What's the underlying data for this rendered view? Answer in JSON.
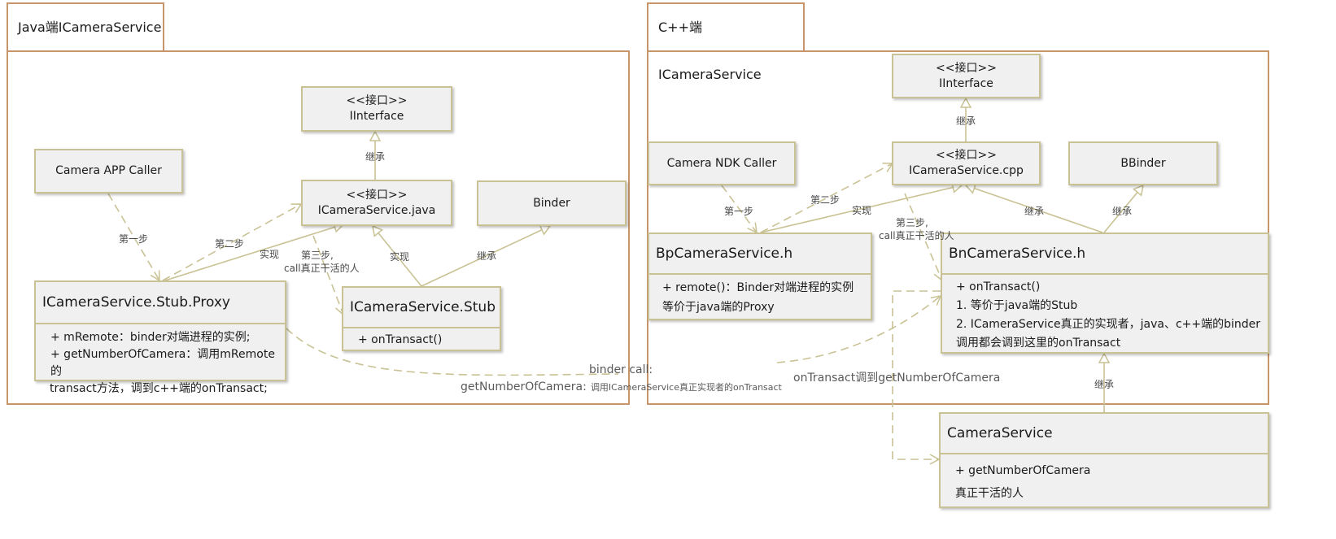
{
  "java_panel": {
    "title": "Java端ICameraService",
    "iinterface": {
      "stereotype": "<<接口>>",
      "name": "IInterface"
    },
    "icameraservice_java": {
      "stereotype": "<<接口>>",
      "name": "ICameraService.java"
    },
    "caller": "Camera APP Caller",
    "binder": "Binder",
    "proxy": {
      "name": "ICameraService.Stub.Proxy",
      "lines": [
        "+ mRemote：binder对端进程的实例;",
        "+ getNumberOfCamera：调用mRemote的",
        "transact方法，调到c++端的onTransact;"
      ]
    },
    "stub": {
      "name": "ICameraService.Stub",
      "lines": [
        "+ onTransact()"
      ]
    },
    "labels": {
      "inherit_iinterface": "继承",
      "step1": "第一步",
      "step2": "第二步",
      "implement_proxy": "实现",
      "step3_line1": "第三步,",
      "step3_line2": "call真正干活的人",
      "implement_stub": "实现",
      "inherit_binder": "继承"
    }
  },
  "cpp_panel": {
    "title": "C++端ICameraService",
    "iinterface": {
      "stereotype": "<<接口>>",
      "name": "IInterface"
    },
    "icameraservice_cpp": {
      "stereotype": "<<接口>>",
      "name": "ICameraService.cpp"
    },
    "caller": "Camera NDK Caller",
    "bbinder": "BBinder",
    "bp": {
      "name": "BpCameraService.h",
      "lines": [
        "+ remote()：Binder对端进程的实例",
        "等价于java端的Proxy"
      ]
    },
    "bn": {
      "name": "BnCameraService.h",
      "lines": [
        "+ onTransact()",
        "1. 等价于java端的Stub",
        "2. ICameraService真正的实现者，java、c++端的binder",
        "调用都会调到这里的onTransact"
      ]
    },
    "labels": {
      "inherit_iinterface": "继承",
      "step1": "第一步",
      "step2": "第二步",
      "implement_bp": "实现",
      "step3_line1": "第三步,",
      "step3_line2": "call真正干活的人",
      "inherit_bn_iface": "继承",
      "inherit_bbinder": "继承"
    }
  },
  "camera_service": {
    "name": "CameraService",
    "lines": [
      "+ getNumberOfCamera",
      "真正干活的人"
    ]
  },
  "inherit_camera_service": "继承",
  "binder_call": {
    "line1": "binder call:",
    "line2_main": "getNumberOfCamera:",
    "line2_detail": "调用ICameraService真正实现者的onTransact"
  },
  "on_transact_label": "onTransact调到getNumberOfCamera",
  "colors": {
    "frame": "#c8956a",
    "box_border": "#c9c294",
    "box_fill": "#f0f0f0",
    "edge": "#c9c294"
  }
}
